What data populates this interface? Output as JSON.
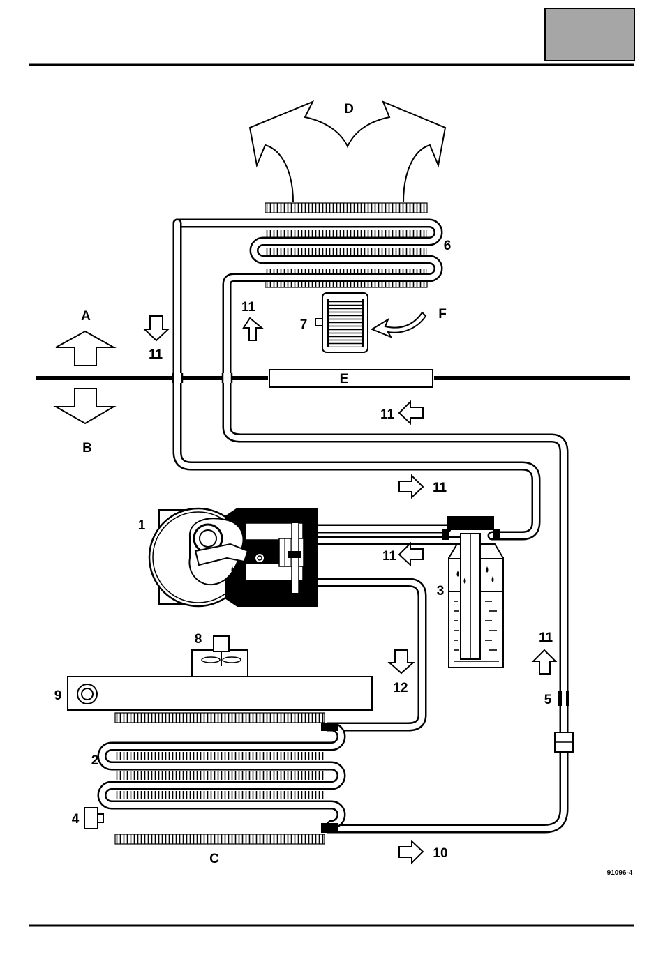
{
  "colors": {
    "ink": "#000000",
    "paper": "#ffffff",
    "tab": "#a6a6a6"
  },
  "labels": {
    "A": "A",
    "B": "B",
    "C": "C",
    "D": "D",
    "E": "E",
    "F": "F",
    "n1": "1",
    "n2": "2",
    "n3": "3",
    "n4": "4",
    "n5": "5",
    "n6": "6",
    "n7": "7",
    "n8": "8",
    "n9": "9",
    "n10": "10",
    "n11": "11",
    "n12": "12"
  },
  "reference": "91096-4",
  "icons": [
    "flow-arrow-icon",
    "fan-icon",
    "blower-icon",
    "pulley-icon"
  ]
}
